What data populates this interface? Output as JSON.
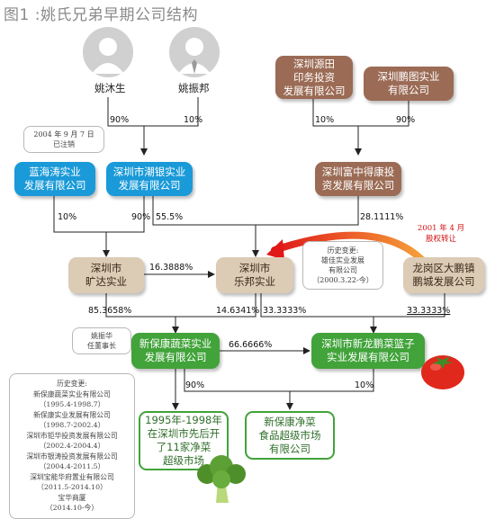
{
  "title": "图1 :姚氏兄弟早期公司结构",
  "persons": {
    "p1": "姚沐生",
    "p2": "姚振邦"
  },
  "nodes": {
    "yuantian": "深圳源田\n印务投资\n发展有限公司",
    "pengtu": "深圳鹏图实业\n有限公司",
    "lanhaitao": "蓝海涛实业\n发展有限公司",
    "chaoyin": "深圳市潮银实业\n发展有限公司",
    "fuzhongde": "深圳富中得康投\n资发展有限公司",
    "kuangda": "深圳市\n旷达实业",
    "lebang": "深圳市\n乐邦实业",
    "dapeng": "龙岗区大鹏镇\n鹏城发展公司",
    "xinbao": "新保康蔬菜实业\n发展有限公司",
    "xinlong": "深圳市新龙鹏菜篮子\n实业发展有限公司",
    "stores": "1995年-1998年\n在深圳市先后开\n了11家净菜\n超级市场",
    "jingcai": "新保康净菜\n食品超级市场\n有限公司"
  },
  "percentages": {
    "p1_chaoyin": "90%",
    "p2_chaoyin": "10%",
    "yuantian_fuzhongde": "10%",
    "pengtu_fuzhongde": "90%",
    "lanhaitao_kuangda": "10%",
    "chaoyin_kuangda": "90%",
    "chaoyin_lebang": "55.5%",
    "fuzhongde_lebang": "28.1111%",
    "kuangda_lebang": "16.3888%",
    "kuangda_xinbao": "85.3658%",
    "lebang_xinbao": "14.6341%",
    "lebang_xinlong": "33.3333%",
    "dapeng_xinlong": "33.3333%",
    "xinbao_xinlong": "66.6666%",
    "xinbao_jingcai": "90%",
    "xinlong_jingcai": "10%"
  },
  "notes": {
    "cancel": "2004 年 9 月 7 日\n已注销",
    "lebang_history": "历史变更:\n雄佳实业发展\n有限公司\n（2000.3.22-今）",
    "transfer": "2001 年 4 月\n股权转让",
    "chairman": "姚振华\n任董事长",
    "xinbao_history": "历史变更:\n新保康蔬菜实业有限公司\n（1995.4-1998.7）\n新保康实业发展有限公司\n（1998.7-2002.4）\n深圳市钜华投资发展有限公司\n（2002.4-2004.4）\n深圳市银涛投资发展有限公司\n（2004.4-2011.5）\n深圳宝能华府置业有限公司\n（2011.5-2014.10）\n宝华商厦\n（2014.10-今）"
  },
  "colors": {
    "brown": "#9b6b55",
    "tan": "#dccbb5",
    "blue": "#1a9ad8",
    "green": "#41a33a",
    "red_arrow": "#e83020"
  },
  "icons": [
    "person-avatar-icon",
    "person-tie-avatar-icon",
    "tomato-icon",
    "broccoli-icon"
  ]
}
